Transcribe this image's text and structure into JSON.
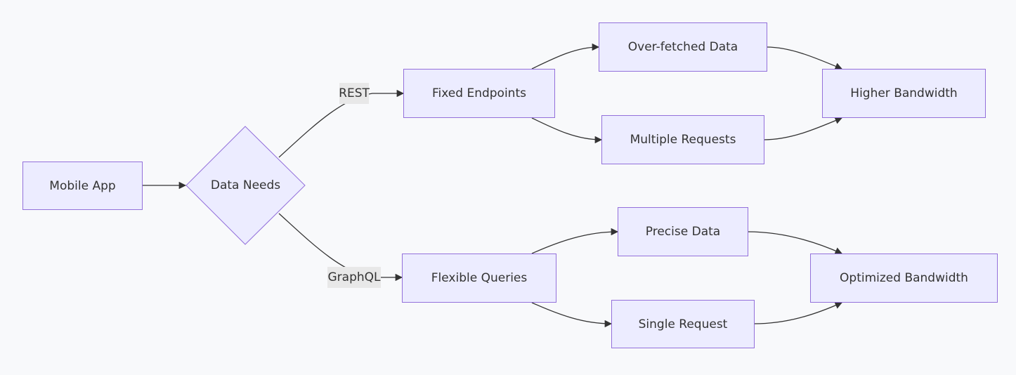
{
  "nodes": {
    "mobile_app": "Mobile App",
    "data_needs": "Data Needs",
    "fixed_endpoints": "Fixed Endpoints",
    "flexible_queries": "Flexible Queries",
    "over_fetched": "Over-fetched Data",
    "multiple_requests": "Multiple Requests",
    "precise_data": "Precise Data",
    "single_request": "Single Request",
    "higher_bandwidth": "Higher Bandwidth",
    "optimized_bandwidth": "Optimized Bandwidth"
  },
  "edge_labels": {
    "rest": "REST",
    "graphql": "GraphQL"
  },
  "colors": {
    "node_fill": "#ececff",
    "node_stroke": "#9370db",
    "edge": "#333333",
    "label_bg": "#e8e8e8",
    "background": "#f8f9fb"
  }
}
